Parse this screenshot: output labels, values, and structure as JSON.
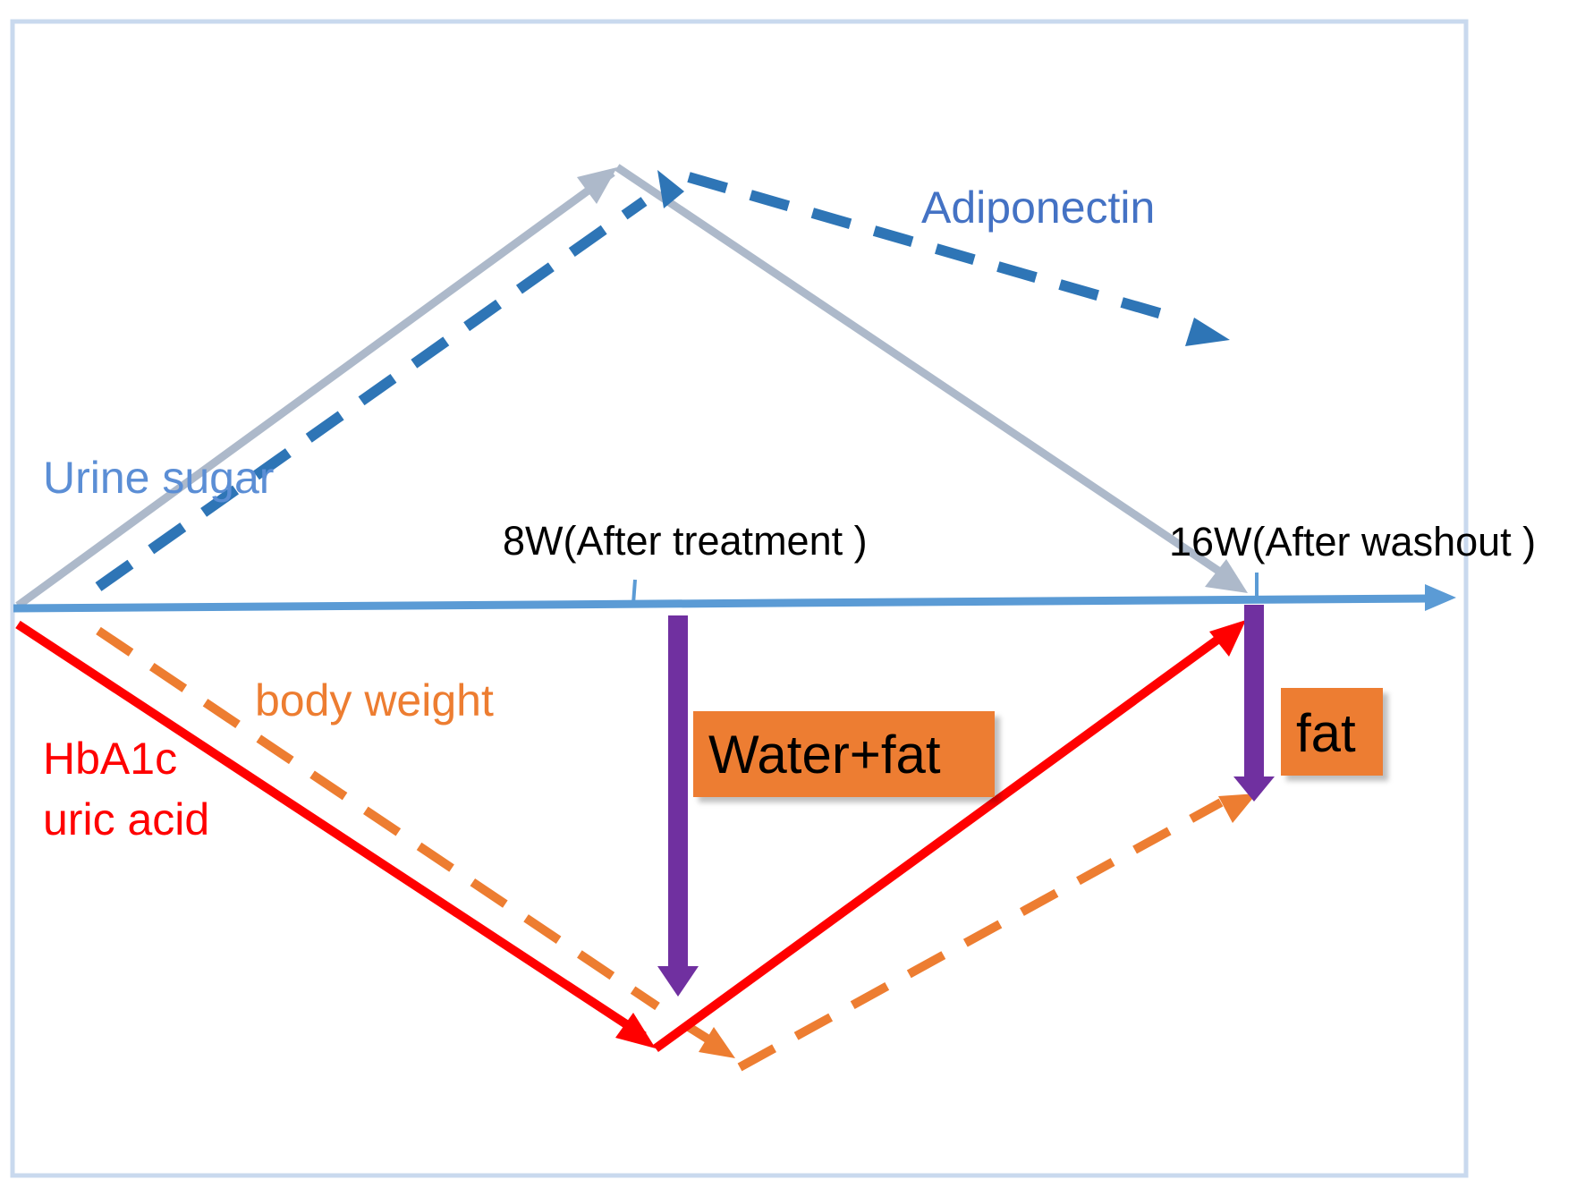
{
  "labels": {
    "urine_sugar": "Urine sugar",
    "adiponectin": "Adiponectin",
    "body_weight": "body weight",
    "hba1c": "HbA1c",
    "uric_acid": "uric acid",
    "time_8w": "8W(After treatment )",
    "time_16w": "16W(After washout )",
    "water_fat": "Water+fat",
    "fat": "fat"
  },
  "colors": {
    "frame": "#c9d9ee",
    "axis": "#5b9bd5",
    "urine_sugar": "#adb9ca",
    "urine_sugar_text": "#5b8ed5",
    "adiponectin": "#2e75b6",
    "adiponectin_text": "#4472c4",
    "hba1c": "#ff0000",
    "body_weight": "#ed7d31",
    "purple": "#7030a0",
    "box_fill": "#ed7d31",
    "box_text": "#000000",
    "time_text": "#000000"
  }
}
